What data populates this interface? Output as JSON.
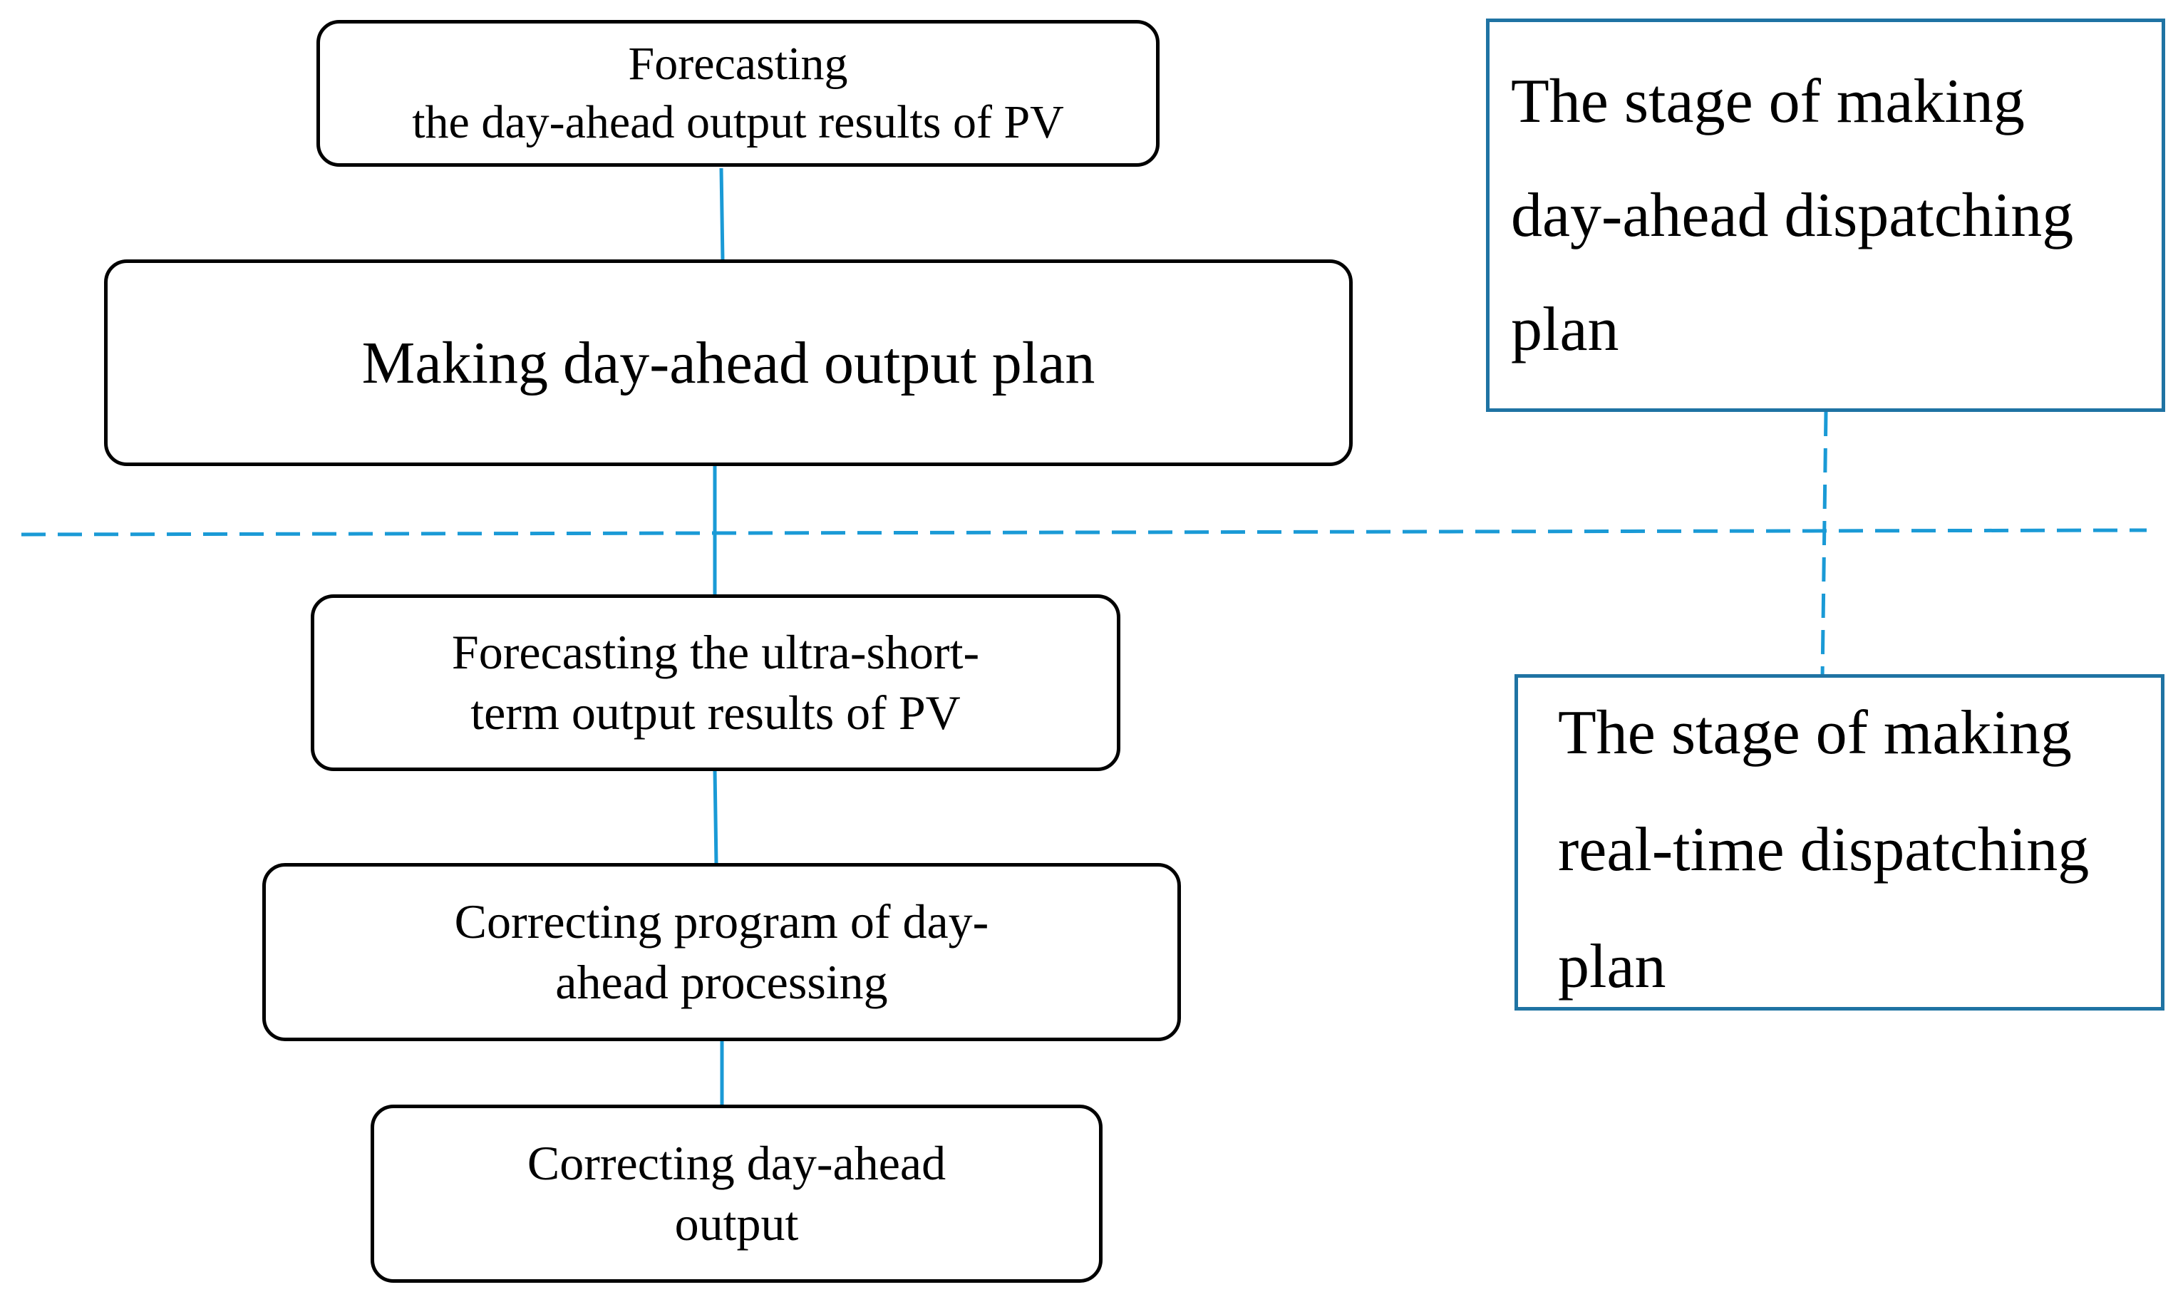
{
  "diagram": {
    "nodes": {
      "forecast_day_ahead": {
        "text": "Forecasting\nthe day-ahead  output results of PV"
      },
      "make_day_ahead_plan": {
        "text": "Making day-ahead output plan"
      },
      "forecast_ultra_short": {
        "text": "Forecasting the ultra-short-\nterm output results of PV"
      },
      "correcting_program": {
        "text": "Correcting program of day-\nahead processing"
      },
      "correcting_output": {
        "text": "Correcting day-ahead\noutput"
      }
    },
    "stages": {
      "day_ahead_stage": {
        "text": "The stage of making\nday-ahead dispatching\nplan"
      },
      "real_time_stage": {
        "text": "The stage of making\nreal-time dispatching\nplan"
      }
    },
    "edges": [
      {
        "from": "forecast_day_ahead",
        "to": "make_day_ahead_plan"
      },
      {
        "from": "make_day_ahead_plan",
        "to": "forecast_ultra_short"
      },
      {
        "from": "forecast_ultra_short",
        "to": "correcting_program"
      },
      {
        "from": "correcting_program",
        "to": "correcting_output"
      },
      {
        "from": "day_ahead_stage",
        "to": "real_time_stage",
        "style": "dashed"
      }
    ],
    "colors": {
      "connector": "#1a9ad6",
      "stage_border": "#1f73a3",
      "node_border": "#000000"
    }
  }
}
